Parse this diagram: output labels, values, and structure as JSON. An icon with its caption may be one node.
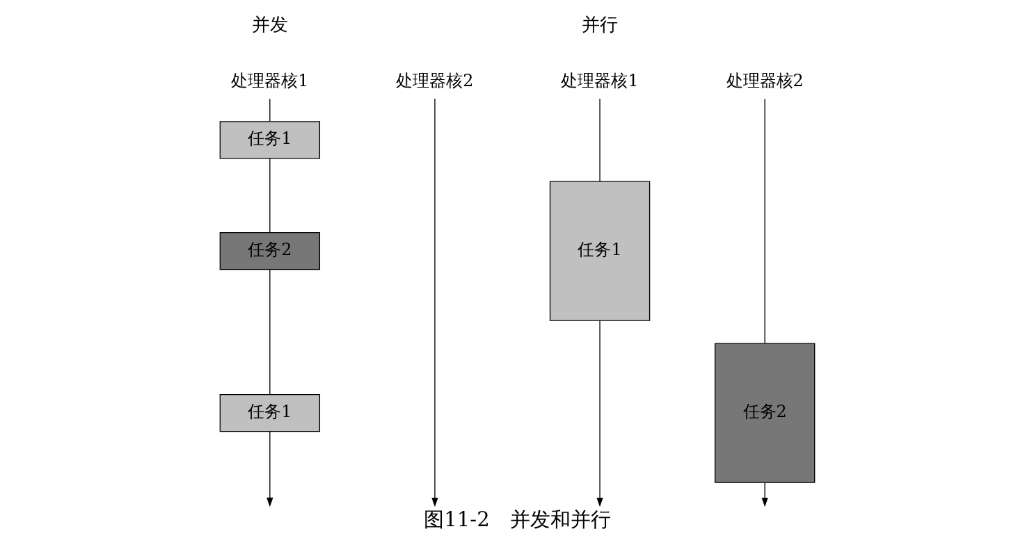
{
  "diagram": {
    "caption": "图11-2　并发和并行",
    "nodes": [
      {
        "text": [
          "处理器核1"
        ]
      },
      {
        "text": [
          "任务1"
        ]
      },
      {
        "text": [
          "任务2"
        ]
      },
      {
        "text": [
          "任务1"
        ]
      },
      {
        "text": [
          "处理器核2"
        ]
      },
      {
        "text": [
          "处理器核1"
        ]
      },
      {
        "text": [
          "任务1"
        ]
      },
      {
        "text": [
          "处理器核2"
        ]
      },
      {
        "text": [
          "任务2"
        ]
      }
    ],
    "edges": [
      {
        "from": 0,
        "to": 1,
        "arrow": "none"
      },
      {
        "from": 1,
        "to": 2,
        "arrow": "none"
      },
      {
        "from": 2,
        "to": 3,
        "arrow": "none"
      },
      {
        "from": 3,
        "to": null,
        "arrow": "to"
      },
      {
        "from": 4,
        "to": null,
        "arrow": "to"
      },
      {
        "from": 5,
        "to": 6,
        "arrow": "none"
      },
      {
        "from": 6,
        "to": null,
        "arrow": "to"
      },
      {
        "from": 7,
        "to": 8,
        "arrow": "none"
      },
      {
        "from": 8,
        "to": null,
        "arrow": "to"
      }
    ],
    "labels": [
      "并发",
      "并行"
    ]
  }
}
